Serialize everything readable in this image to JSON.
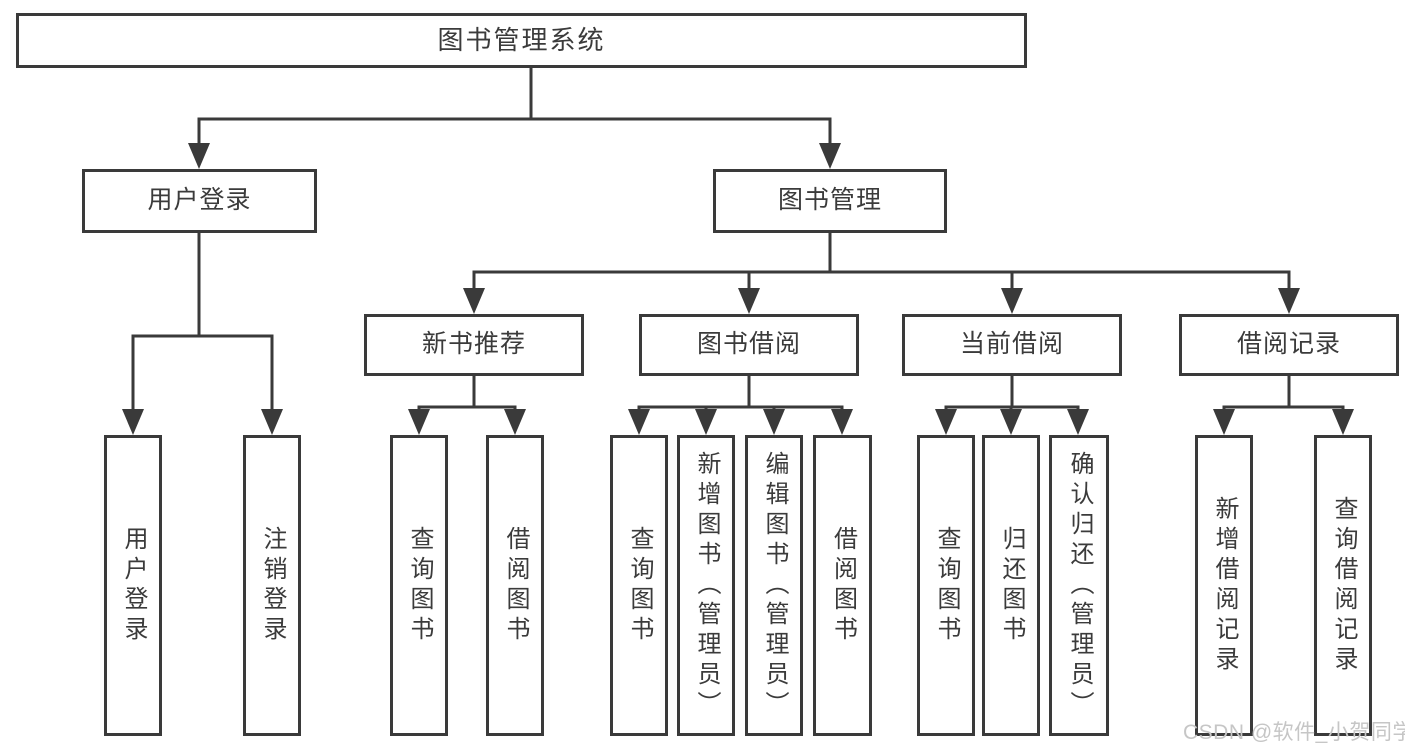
{
  "colors": {
    "line": "#3a3a3a",
    "text": "#3b3b3b",
    "watermark": "#c6c6c6"
  },
  "watermark": {
    "text": "CSDN @软件_小贺同学"
  },
  "tree": {
    "label": "图书管理系统",
    "children": [
      {
        "label": "用户登录",
        "children": [
          {
            "label": "用户登录"
          },
          {
            "label": "注销登录"
          }
        ]
      },
      {
        "label": "图书管理",
        "children": [
          {
            "label": "新书推荐",
            "children": [
              {
                "label": "查询图书"
              },
              {
                "label": "借阅图书"
              }
            ]
          },
          {
            "label": "图书借阅",
            "children": [
              {
                "label": "查询图书"
              },
              {
                "label": "新增图书（管理员）"
              },
              {
                "label": "编辑图书（管理员）"
              },
              {
                "label": "借阅图书"
              }
            ]
          },
          {
            "label": "当前借阅",
            "children": [
              {
                "label": "查询图书"
              },
              {
                "label": "归还图书"
              },
              {
                "label": "确认归还（管理员）"
              }
            ]
          },
          {
            "label": "借阅记录",
            "children": [
              {
                "label": "新增借阅记录"
              },
              {
                "label": "查询借阅记录"
              }
            ]
          }
        ]
      }
    ]
  }
}
